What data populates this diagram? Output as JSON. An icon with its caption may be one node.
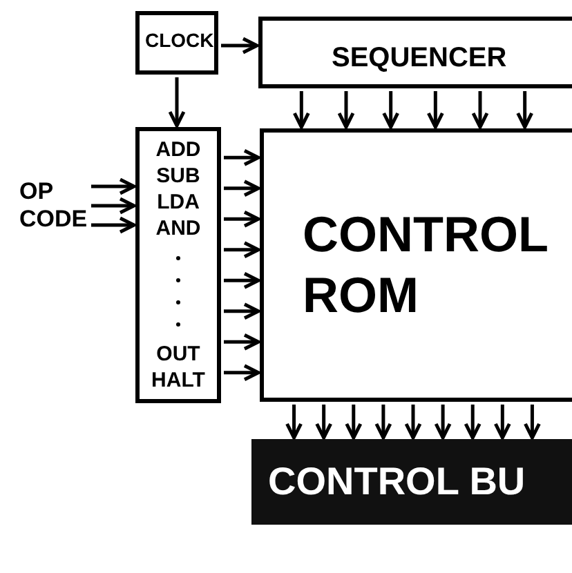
{
  "diagram": {
    "nodes": [
      {
        "text": [
          "CLOCK"
        ]
      },
      {
        "text": [
          "SEQUENCER"
        ]
      },
      {
        "text": [
          "ADD",
          "SUB",
          "LDA",
          "AND",
          "OUT",
          "HALT"
        ]
      },
      {
        "text": [
          "CONTROL ROM"
        ]
      },
      {
        "text": [
          "CONTROL BU"
        ]
      },
      {
        "text": [
          "OP CODE"
        ]
      }
    ],
    "edges": [
      {
        "from": 0,
        "to": 1,
        "arrow": "to"
      },
      {
        "from": 0,
        "to": 2,
        "arrow": "to"
      },
      {
        "from": 5,
        "to": 2,
        "arrow": "to"
      },
      {
        "from": 5,
        "to": 2,
        "arrow": "to"
      },
      {
        "from": 5,
        "to": 2,
        "arrow": "to"
      },
      {
        "from": 1,
        "to": 3,
        "arrow": "to"
      },
      {
        "from": 1,
        "to": 3,
        "arrow": "to"
      },
      {
        "from": 1,
        "to": 3,
        "arrow": "to"
      },
      {
        "from": 1,
        "to": 3,
        "arrow": "to"
      },
      {
        "from": 1,
        "to": 3,
        "arrow": "to"
      },
      {
        "from": 1,
        "to": 3,
        "arrow": "to"
      },
      {
        "from": 2,
        "to": 3,
        "arrow": "to"
      },
      {
        "from": 2,
        "to": 3,
        "arrow": "to"
      },
      {
        "from": 2,
        "to": 3,
        "arrow": "to"
      },
      {
        "from": 2,
        "to": 3,
        "arrow": "to"
      },
      {
        "from": 2,
        "to": 3,
        "arrow": "to"
      },
      {
        "from": 2,
        "to": 3,
        "arrow": "to"
      },
      {
        "from": 2,
        "to": 3,
        "arrow": "to"
      },
      {
        "from": 2,
        "to": 3,
        "arrow": "to"
      },
      {
        "from": 3,
        "to": 4,
        "arrow": "to"
      },
      {
        "from": 3,
        "to": 4,
        "arrow": "to"
      },
      {
        "from": 3,
        "to": 4,
        "arrow": "to"
      },
      {
        "from": 3,
        "to": 4,
        "arrow": "to"
      },
      {
        "from": 3,
        "to": 4,
        "arrow": "to"
      },
      {
        "from": 3,
        "to": 4,
        "arrow": "to"
      },
      {
        "from": 3,
        "to": 4,
        "arrow": "to"
      },
      {
        "from": 3,
        "to": 4,
        "arrow": "to"
      },
      {
        "from": 3,
        "to": 4,
        "arrow": "to"
      }
    ]
  }
}
